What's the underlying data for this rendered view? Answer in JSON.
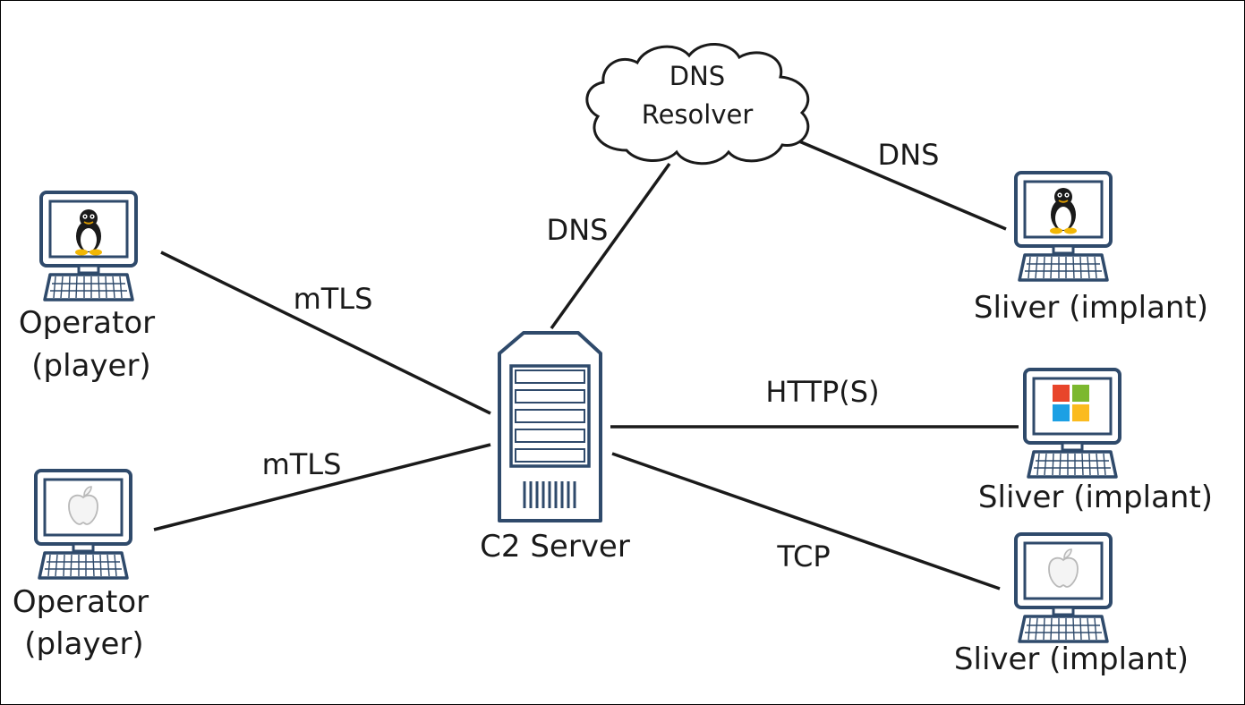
{
  "nodes": {
    "operator_linux": {
      "line1": "Operator",
      "line2": "(player)",
      "os": "linux-penguin-icon"
    },
    "operator_mac": {
      "line1": "Operator",
      "line2": "(player)",
      "os": "apple-icon"
    },
    "c2_server": {
      "label": "C2 Server"
    },
    "dns_resolver": {
      "line1": "DNS",
      "line2": "Resolver"
    },
    "implant_linux": {
      "label": "Sliver (implant)",
      "os": "linux-penguin-icon"
    },
    "implant_windows": {
      "label": "Sliver (implant)",
      "os": "windows-icon"
    },
    "implant_mac": {
      "label": "Sliver (implant)",
      "os": "apple-icon"
    }
  },
  "edges": {
    "operator_linux_to_c2": {
      "label": "mTLS"
    },
    "operator_mac_to_c2": {
      "label": "mTLS"
    },
    "c2_to_dns": {
      "label": "DNS"
    },
    "dns_to_implant_linux": {
      "label": "DNS"
    },
    "c2_to_implant_windows": {
      "label": "HTTP(S)"
    },
    "c2_to_implant_mac": {
      "label": "TCP"
    }
  },
  "colors": {
    "line": "#1a1a1a",
    "outline": "#2f4a6b",
    "server_fill": "#ffffff",
    "windows_red": "#e8452b",
    "windows_green": "#7cb82f",
    "windows_blue": "#1ca0e4",
    "windows_yellow": "#fbbb1f"
  }
}
